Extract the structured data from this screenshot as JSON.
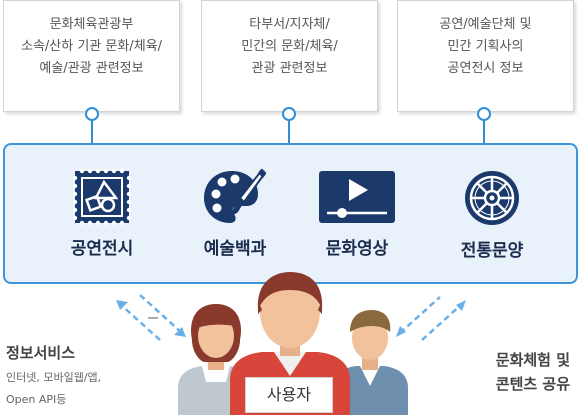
{
  "sources": [
    {
      "lines": [
        "문화체육관광부",
        "소속/산하 기관 문화/체육/",
        "예술/관광 관련정보"
      ]
    },
    {
      "lines": [
        "타부서/지자체/",
        "민간의 문화/체육/",
        "관광 관련정보"
      ]
    },
    {
      "lines": [
        "공연/예술단체 및",
        "민간 기획사의",
        "공연전시 정보"
      ]
    }
  ],
  "categories": [
    {
      "label": "공연전시",
      "icon": "stamp-shapes-icon"
    },
    {
      "label": "예술백과",
      "icon": "palette-brush-icon"
    },
    {
      "label": "문화영상",
      "icon": "video-player-icon"
    },
    {
      "label": "전통문양",
      "icon": "traditional-pattern-icon"
    }
  ],
  "left_info": {
    "title": "정보서비스",
    "lines": [
      "인터넷, 모바일웹/앱,",
      "Open API등"
    ]
  },
  "right_info": {
    "lines": [
      "문화체험 및",
      "콘텐츠 공유"
    ]
  },
  "user_label": "사용자",
  "colors": {
    "accent_blue": "#2e8fd8",
    "panel_fill": "#e9f1fb",
    "icon_navy": "#1b3a6b",
    "label_navy": "#1b2c4d"
  }
}
